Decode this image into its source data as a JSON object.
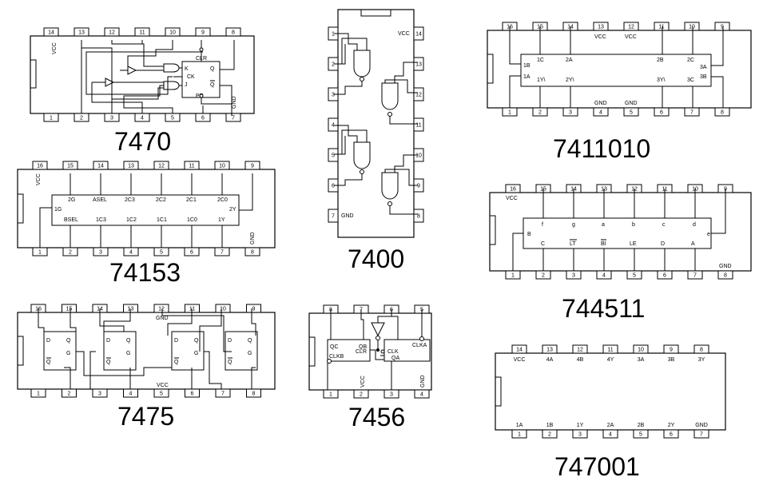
{
  "chips": {
    "c7470": {
      "title": "7470",
      "top_pins": [
        "14",
        "13",
        "12",
        "11",
        "10",
        "9",
        "8"
      ],
      "bottom_pins": [
        "1",
        "2",
        "3",
        "4",
        "5",
        "6",
        "7"
      ],
      "labels": {
        "vcc": "VCC",
        "gnd": "GND",
        "clr": "CLR",
        "k": "K",
        "ck": "CK",
        "j": "J",
        "q": "Q",
        "qbar": "Q",
        "pr": "PR"
      }
    },
    "c7400": {
      "title": "7400",
      "left_pins": [
        "1",
        "2",
        "3",
        "4",
        "5",
        "6",
        "7"
      ],
      "right_pins": [
        "14",
        "13",
        "12",
        "11",
        "10",
        "9",
        "8"
      ],
      "labels": {
        "vcc": "VCC",
        "gnd": "GND"
      }
    },
    "c7411010": {
      "title": "7411010",
      "top_pins": [
        "16",
        "15",
        "14",
        "13",
        "12",
        "11",
        "10",
        "9"
      ],
      "bottom_pins": [
        "1",
        "2",
        "3",
        "4",
        "5",
        "6",
        "7",
        "8"
      ],
      "labels": {
        "vcc1": "VCC",
        "vcc2": "VCC",
        "gnd1": "GND",
        "gnd2": "GND",
        "a1c": "1C",
        "a2a": "2A",
        "a2b": "2B",
        "a2c": "2C",
        "a3a": "3A",
        "a1b": "1B",
        "a1a": "1A",
        "a1y": "1Y\\",
        "a2y": "2Y\\",
        "a3y": "3Y\\",
        "a3c": "3C",
        "a3b": "3B"
      }
    },
    "c74153": {
      "title": "74153",
      "top_pins": [
        "16",
        "15",
        "14",
        "13",
        "12",
        "11",
        "10",
        "9"
      ],
      "bottom_pins": [
        "1",
        "2",
        "3",
        "4",
        "5",
        "6",
        "7",
        "8"
      ],
      "labels": {
        "vcc": "VCC",
        "gnd": "GND",
        "g2": "2G",
        "asel": "ASEL",
        "c23": "2C3",
        "c22": "2C2",
        "c21": "2C1",
        "c20": "2C0",
        "g1": "1G",
        "y2": "2Y",
        "bsel": "BSEL",
        "c13": "1C3",
        "c12": "1C2",
        "c11": "1C1",
        "c10": "1C0",
        "y1": "1Y"
      }
    },
    "c744511": {
      "title": "744511",
      "top_pins": [
        "16",
        "15",
        "14",
        "13",
        "12",
        "11",
        "10",
        "9"
      ],
      "bottom_pins": [
        "1",
        "2",
        "3",
        "4",
        "5",
        "6",
        "7",
        "8"
      ],
      "labels": {
        "vcc": "VCC",
        "gnd": "GND",
        "f": "f",
        "g": "g",
        "a": "a",
        "b": "b",
        "c": "c",
        "d": "d",
        "e": "e",
        "bb": "B",
        "cc": "C",
        "lt": "LT",
        "bi": "BI",
        "le": "LE",
        "dd": "D",
        "aa": "A"
      }
    },
    "c7475": {
      "title": "7475",
      "top_pins": [
        "16",
        "15",
        "14",
        "13",
        "12",
        "11",
        "10",
        "9"
      ],
      "bottom_pins": [
        "1",
        "2",
        "3",
        "4",
        "5",
        "6",
        "7",
        "8"
      ],
      "labels": {
        "gnd": "GND",
        "vcc": "VCC",
        "d": "D",
        "q": "Q",
        "g": "G",
        "qbar": "Q"
      }
    },
    "c7456": {
      "title": "7456",
      "top_pins": [
        "8",
        "7",
        "6",
        "5"
      ],
      "bottom_pins": [
        "1",
        "2",
        "3",
        "4"
      ],
      "labels": {
        "vcc": "VCC",
        "gnd": "GND",
        "qc": "QC",
        "qb": "QB",
        "clkb": "CLKB",
        "clr": "CLR",
        "clk": "CLK",
        "qa": "QA",
        "clka": "CLKA"
      }
    },
    "c747001": {
      "title": "747001",
      "top_pins": [
        "14",
        "13",
        "12",
        "11",
        "10",
        "9",
        "8"
      ],
      "bottom_pins": [
        "1",
        "2",
        "3",
        "4",
        "5",
        "6",
        "7"
      ],
      "top_labels": [
        "VCC",
        "4A",
        "4B",
        "4Y",
        "3A",
        "3B",
        "3Y"
      ],
      "bottom_labels": [
        "1A",
        "1B",
        "1Y",
        "2A",
        "2B",
        "2Y",
        "GND"
      ]
    }
  }
}
